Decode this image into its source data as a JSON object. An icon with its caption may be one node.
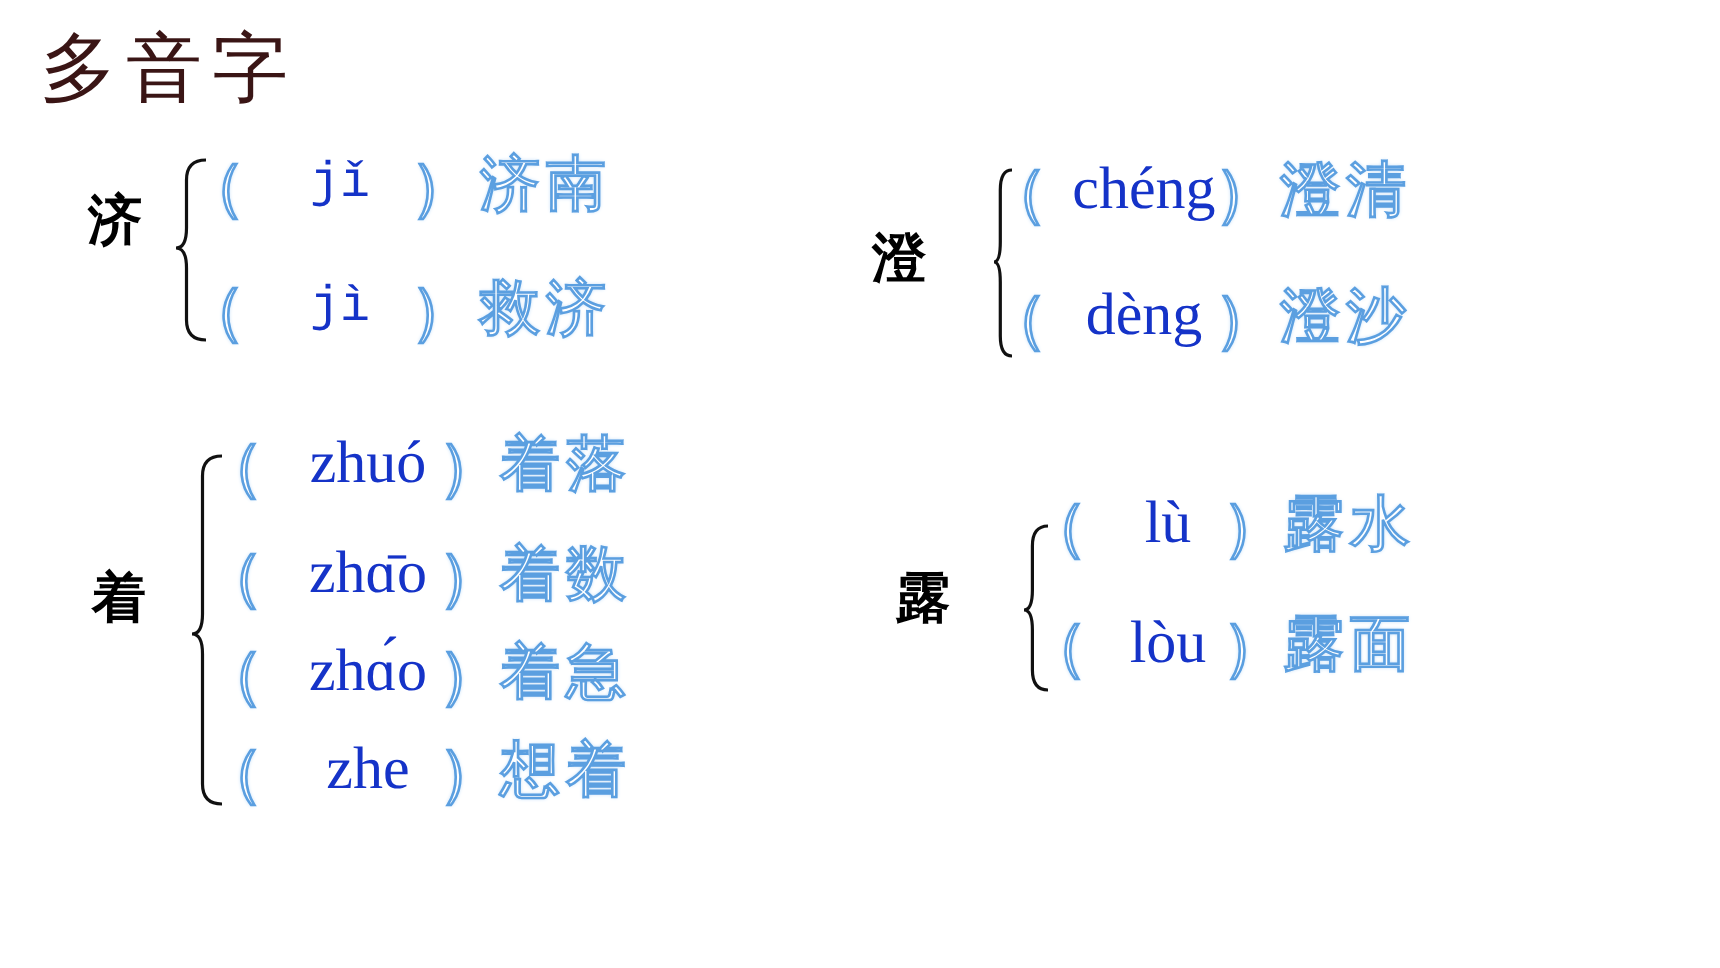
{
  "diagram": {
    "title": "多音字",
    "labels": [
      "济",
      "（",
      "jǐ",
      "）",
      "济南",
      "（",
      "jì",
      "）",
      "救济",
      "澄",
      "（",
      "chéng",
      "）",
      "澄清",
      "（",
      "dèng",
      "）",
      "澄沙",
      "着",
      "（",
      "zhuó",
      "）",
      "着落",
      "（",
      "zhɑ̄o",
      "）",
      "着数",
      "（",
      "zhɑ́o",
      "）",
      "着急",
      "（",
      "zhe",
      "）",
      "想着",
      "露",
      "（",
      "lù",
      "）",
      "露水",
      "（",
      "lòu",
      "）",
      "露面"
    ]
  }
}
